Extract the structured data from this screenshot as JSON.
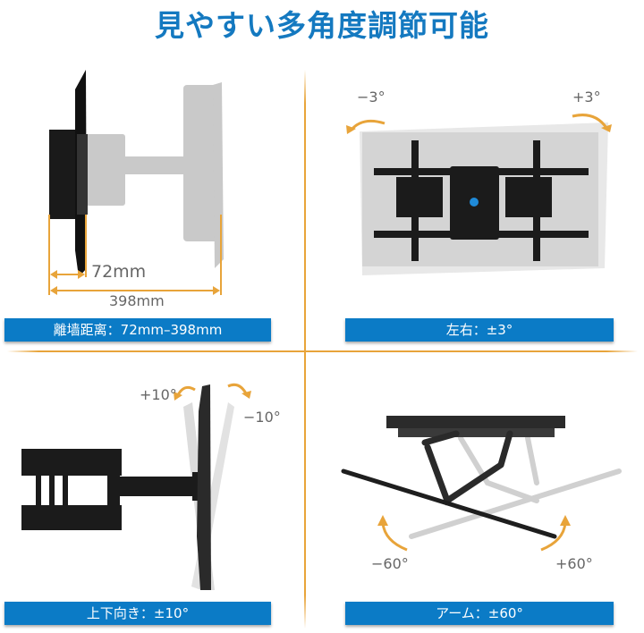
{
  "title": "見やすい多角度調節可能",
  "panels": {
    "distance": {
      "caption": "離墙距离：72mm–398mm",
      "min_label": "72mm",
      "max_label": "398mm"
    },
    "swivel_lr": {
      "caption": "左右：±3°",
      "minus_label": "−3°",
      "plus_label": "+3°"
    },
    "tilt": {
      "caption": "上下向き：±10°",
      "plus_label": "+10°",
      "minus_label": "−10°"
    },
    "arm": {
      "caption": "アーム：±60°",
      "minus_label": "−60°",
      "plus_label": "+60°"
    }
  },
  "colors": {
    "title": "#1479c0",
    "caption_bar": "#0b7bc6",
    "accent_orange": "#e8a43a",
    "label_gray": "#666666"
  }
}
